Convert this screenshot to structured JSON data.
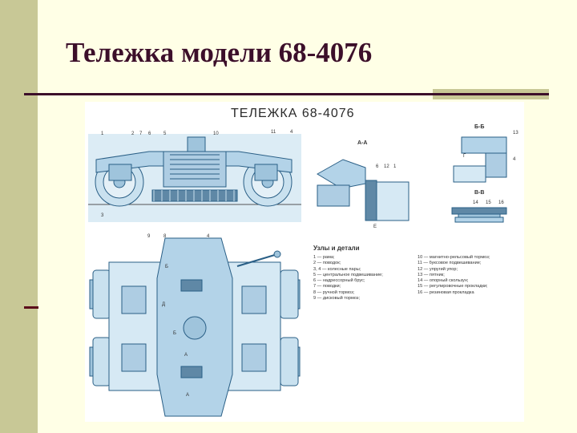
{
  "slide": {
    "title": "Тележка модели 68-4076"
  },
  "figure": {
    "title": "ТЕЛЕЖКА 68-4076",
    "side_view_callouts": [
      "1",
      "2",
      "7",
      "6",
      "5",
      "10",
      "11",
      "4",
      "3"
    ],
    "plan_view_callouts": [
      "9",
      "8",
      "4"
    ],
    "plan_section_marks": [
      "Б",
      "Б",
      "Д",
      "А",
      "А"
    ],
    "sections": {
      "aa": "А-А",
      "bb": "Б-Б",
      "vv": "В-В"
    },
    "section_aa_callouts": [
      "6",
      "12",
      "1"
    ],
    "section_aa_mark": "Е",
    "section_bb_callouts": [
      "13",
      "4",
      "Г"
    ],
    "section_vv_callouts": [
      "14",
      "15",
      "16"
    ],
    "legend": {
      "heading": "Узлы и детали",
      "left": [
        "1 — рама;",
        "2 — поводок;",
        "3, 4 — колесные пары;",
        "5 — центральное подвешивание;",
        "6 — надрессорный брус;",
        "7 — поводки;",
        "8 — ручной тормоз;",
        "9 — дисковый тормоз;"
      ],
      "right": [
        "10 — магнитно-рельсовый тормоз;",
        "11 — буксовое подвешивание;",
        "12 — упругий упор;",
        "13 — пятник;",
        "14 — опорный скользун;",
        "15 — регулировочные прокладки;",
        "16 — резиновая прокладка"
      ]
    }
  },
  "colors": {
    "background": "#ffffe6",
    "side_bar": "#c8c896",
    "title": "#3c0f2a",
    "drawing_fill": "#c9e1ef",
    "drawing_line": "#2a5f86"
  }
}
